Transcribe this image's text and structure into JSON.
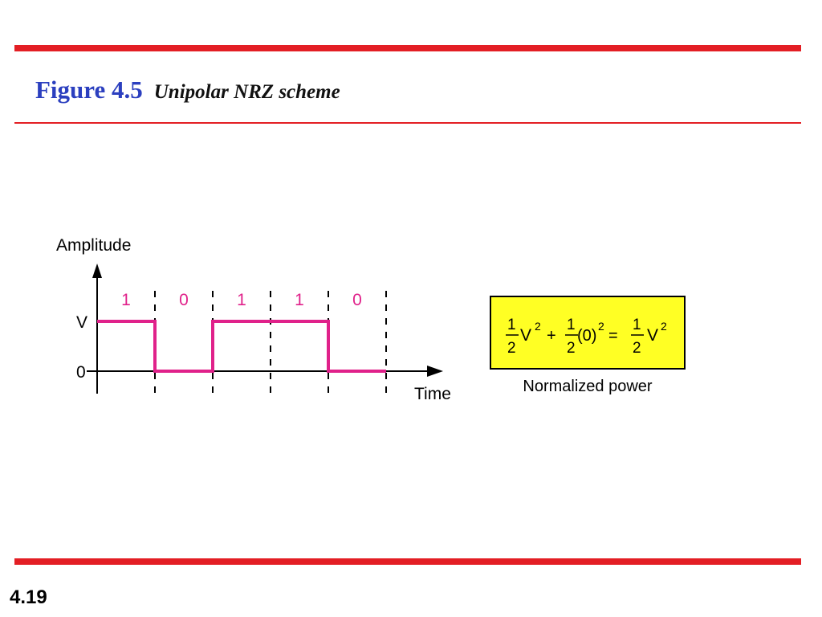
{
  "slide": {
    "figure_label": "Figure 4.5",
    "figure_caption": "Unipolar NRZ scheme",
    "page_number": "4.19"
  },
  "colors": {
    "accent_red": "#e31e24",
    "title_blue": "#2b3fbf",
    "signal_magenta": "#e0218a",
    "box_yellow": "#ffff24"
  },
  "diagram": {
    "y_axis_label": "Amplitude",
    "x_axis_label": "Time",
    "level_high_label": "V",
    "level_zero_label": "0",
    "bits": [
      "1",
      "0",
      "1",
      "1",
      "0"
    ],
    "power_box": {
      "fraction_num": "1",
      "fraction_den": "2",
      "term1_var": "V",
      "term1_exp": "2",
      "plus": "+",
      "term2_base": "(0)",
      "term2_exp": "2",
      "equals": "=",
      "result_var": "V",
      "result_exp": "2",
      "caption": "Normalized power"
    }
  }
}
